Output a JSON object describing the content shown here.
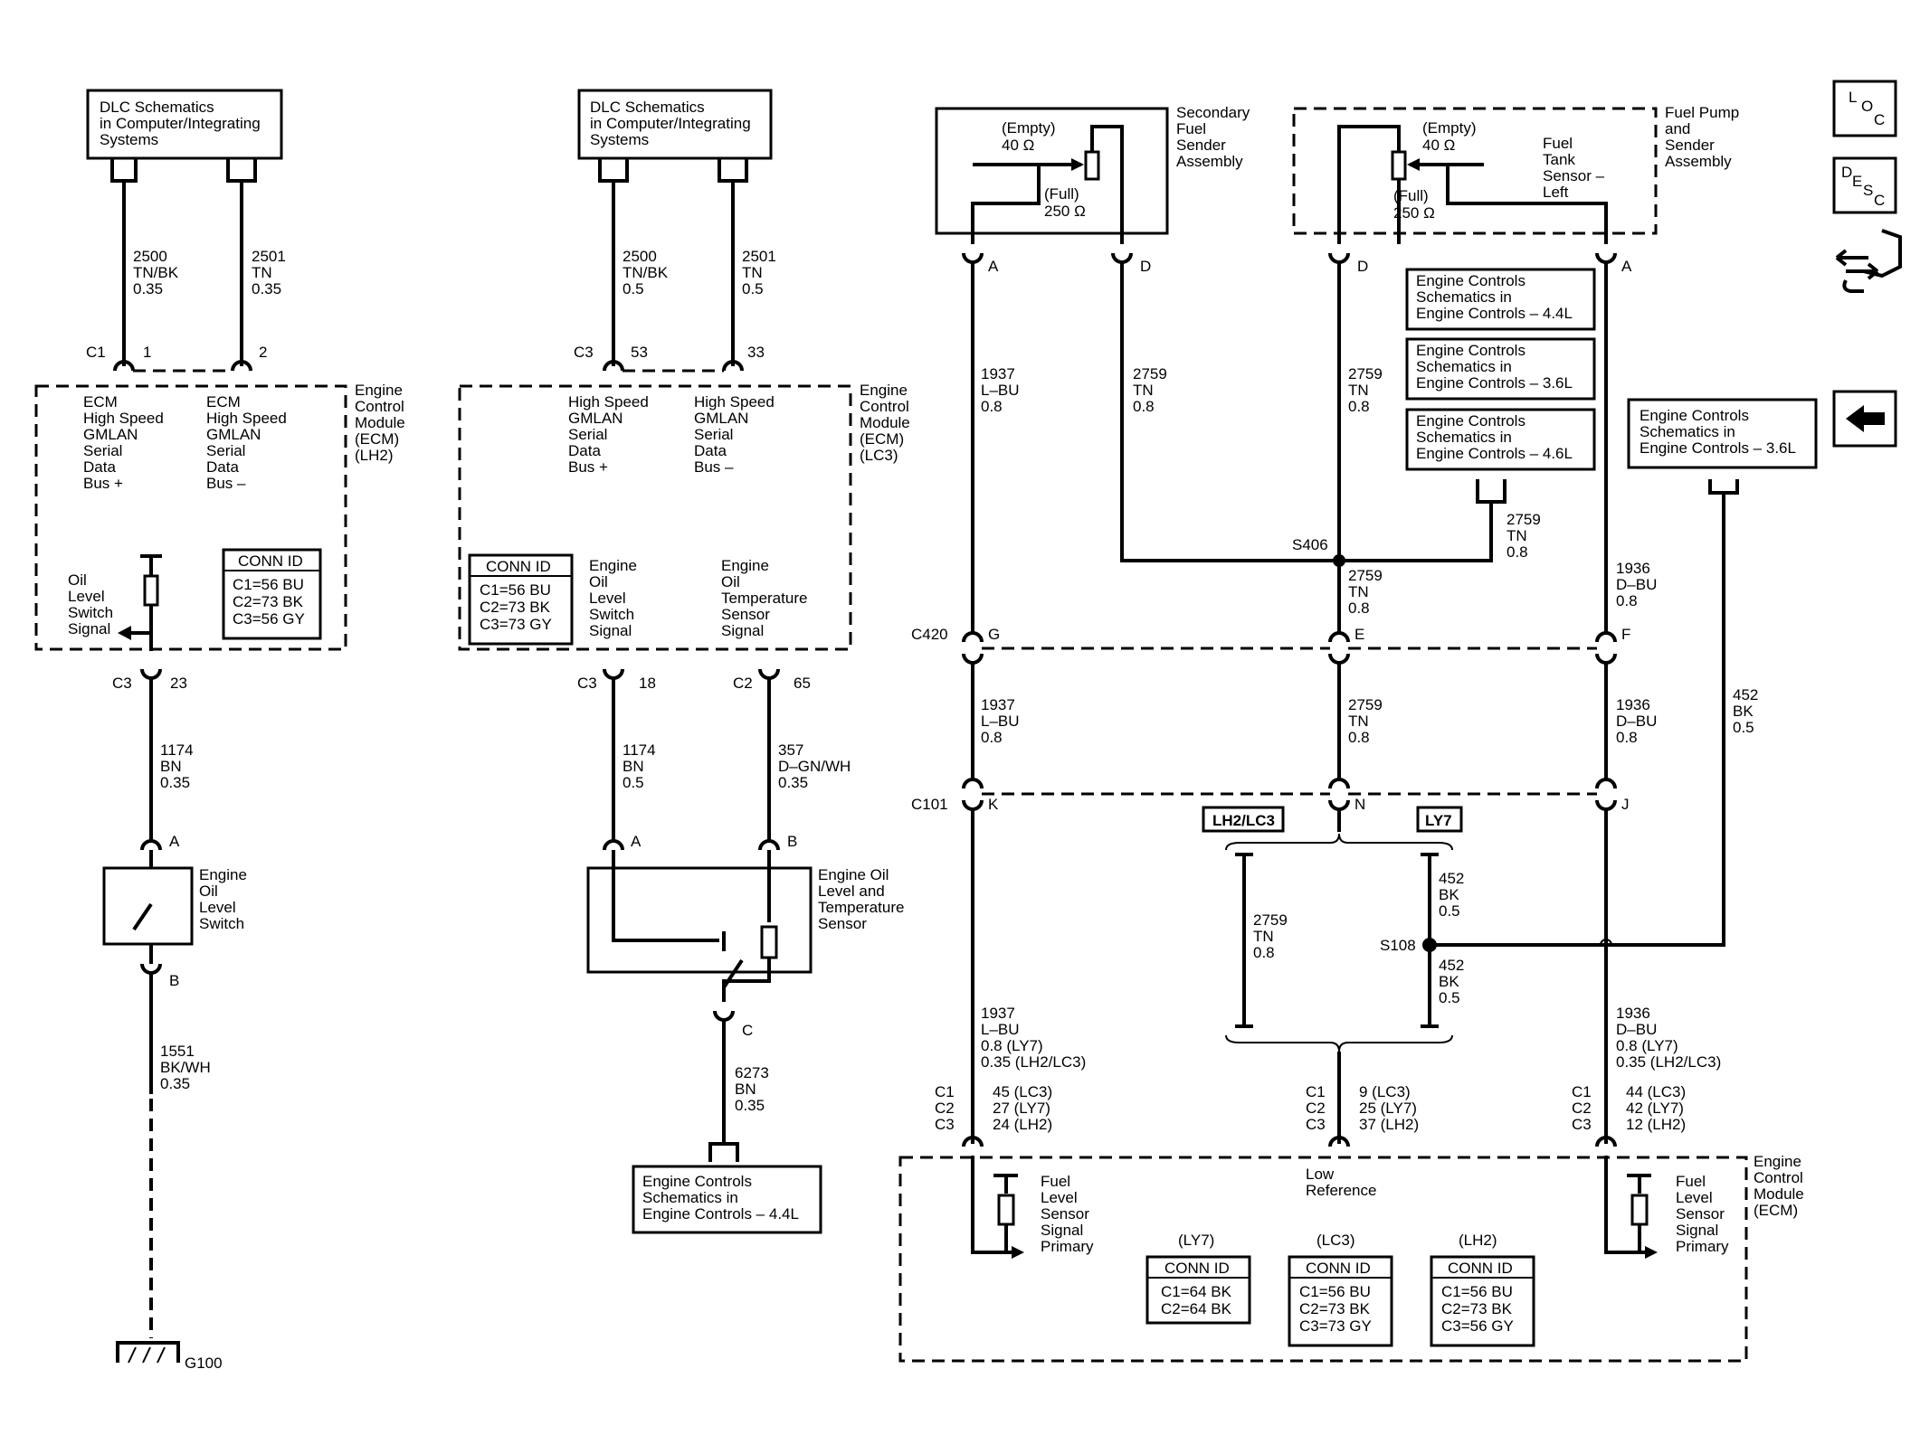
{
  "nav_icons": [
    {
      "label": "LOC",
      "icon": "location-icon"
    },
    {
      "label": "DESC",
      "icon": "description-icon"
    },
    {
      "label": "",
      "icon": "connector-hand-icon"
    },
    {
      "label": "",
      "icon": "back-arrow-icon"
    }
  ],
  "refs": {
    "dlc1": [
      "DLC Schematics",
      "in Computer/Integrating",
      "Systems"
    ],
    "dlc2": [
      "DLC Schematics",
      "in Computer/Integrating",
      "Systems"
    ],
    "ec44_top": [
      "Engine Controls",
      "Schematics in",
      "Engine Controls – 4.4L"
    ],
    "ec36_top": [
      "Engine Controls",
      "Schematics in",
      "Engine Controls – 3.6L"
    ],
    "ec46": [
      "Engine Controls",
      "Schematics in",
      "Engine Controls – 4.6L"
    ],
    "ec36_right": [
      "Engine Controls",
      "Schematics in",
      "Engine Controls – 3.6L"
    ],
    "ec44_bottom": [
      "Engine Controls",
      "Schematics in",
      "Engine Controls – 4.4L"
    ]
  },
  "modules": {
    "ecm_lh2": [
      "Engine",
      "Control",
      "Module",
      "(ECM)",
      "(LH2)"
    ],
    "ecm_lc3": [
      "Engine",
      "Control",
      "Module",
      "(ECM)",
      "(LC3)"
    ],
    "ecm_bottom": [
      "Engine",
      "Control",
      "Module",
      "(ECM)"
    ],
    "sec_fuel": [
      "Secondary",
      "Fuel",
      "Sender",
      "Assembly"
    ],
    "fuel_pump": [
      "Fuel Pump",
      "and",
      "Sender",
      "Assembly"
    ],
    "fuel_tank_sensor": [
      "Fuel",
      "Tank",
      "Sensor –",
      "Left"
    ],
    "oil_switch": [
      "Engine",
      "Oil",
      "Level",
      "Switch"
    ],
    "oil_sensor": [
      "Engine Oil",
      "Level and",
      "Temperature",
      "Sensor"
    ]
  },
  "pins_text": {
    "lh2_hs_plus": [
      "ECM",
      "High Speed",
      "GMLAN",
      "Serial",
      "Data",
      "Bus +"
    ],
    "lh2_hs_minus": [
      "ECM",
      "High Speed",
      "GMLAN",
      "Serial",
      "Data",
      "Bus –"
    ],
    "lc3_hs_plus": [
      "High Speed",
      "GMLAN",
      "Serial",
      "Data",
      "Bus +"
    ],
    "lc3_hs_minus": [
      "High Speed",
      "GMLAN",
      "Serial",
      "Data",
      "Bus –"
    ],
    "lh2_oil_sig": [
      "Oil",
      "Level",
      "Switch",
      "Signal"
    ],
    "lc3_oil_sw": [
      "Engine",
      "Oil",
      "Level",
      "Switch",
      "Signal"
    ],
    "lc3_oil_temp": [
      "Engine",
      "Oil",
      "Temperature",
      "Sensor",
      "Signal"
    ],
    "fuel_primary_l": [
      "Fuel",
      "Level",
      "Sensor",
      "Signal",
      "Primary"
    ],
    "fuel_primary_r": [
      "Fuel",
      "Level",
      "Sensor",
      "Signal",
      "Primary"
    ],
    "low_ref": [
      "Low",
      "Reference"
    ]
  },
  "resistors": {
    "sec_empty": [
      "(Empty)",
      "40 Ω"
    ],
    "sec_full": [
      "(Full)",
      "250 Ω"
    ],
    "pump_empty": [
      "(Empty)",
      "40 Ω"
    ],
    "pump_full": [
      "(Full)",
      "250 Ω"
    ]
  },
  "wires": {
    "w1": [
      "2500",
      "TN/BK",
      "0.35"
    ],
    "w2": [
      "2501",
      "TN",
      "0.35"
    ],
    "w3": [
      "2500",
      "TN/BK",
      "0.5"
    ],
    "w4": [
      "2501",
      "TN",
      "0.5"
    ],
    "w5": [
      "1174",
      "BN",
      "0.35"
    ],
    "w6": [
      "1551",
      "BK/WH",
      "0.35"
    ],
    "w7": [
      "1174",
      "BN",
      "0.5"
    ],
    "w8": [
      "357",
      "D–GN/WH",
      "0.35"
    ],
    "w9": [
      "6273",
      "BN",
      "0.35"
    ],
    "w10": [
      "1937",
      "L–BU",
      "0.8"
    ],
    "w11": [
      "2759",
      "TN",
      "0.8"
    ],
    "w12": [
      "2759",
      "TN",
      "0.8"
    ],
    "w13": [
      "2759",
      "TN",
      "0.8"
    ],
    "w14": [
      "2759",
      "TN",
      "0.8"
    ],
    "w15": [
      "1936",
      "D–BU",
      "0.8"
    ],
    "w16": [
      "1937",
      "L–BU",
      "0.8"
    ],
    "w17": [
      "2759",
      "TN",
      "0.8"
    ],
    "w18": [
      "1936",
      "D–BU",
      "0.8"
    ],
    "w19": [
      "452",
      "BK",
      "0.5"
    ],
    "w20": [
      "2759",
      "TN",
      "0.8"
    ],
    "w21": [
      "452",
      "BK",
      "0.5"
    ],
    "w22": [
      "452",
      "BK",
      "0.5"
    ],
    "w23": [
      "1937",
      "L–BU",
      "0.8 (LY7)",
      "0.35 (LH2/LC3)"
    ],
    "w24": [
      "1936",
      "D–BU",
      "0.8 (LY7)",
      "0.35 (LH2/LC3)"
    ]
  },
  "connectors": {
    "c1_1": "C1",
    "p1": "1",
    "p2": "2",
    "c3_53": "C3",
    "p53": "53",
    "p33": "33",
    "c3_23": "C3",
    "p23": "23",
    "c3_18": "C3",
    "p18": "18",
    "c2_65": "C2",
    "p65": "65",
    "sw_a": "A",
    "sw_b": "B",
    "sn_a": "A",
    "sn_b": "B",
    "sn_c": "C",
    "sec_a": "A",
    "sec_d": "D",
    "pump_d": "D",
    "pump_a": "A",
    "c420": "C420",
    "c420_g": "G",
    "c420_e": "E",
    "c420_f": "F",
    "c101": "C101",
    "c101_k": "K",
    "c101_n": "N",
    "c101_j": "J",
    "s406": "S406",
    "s108": "S108",
    "g100": "G100",
    "opt_lh2lc3": "LH2/LC3",
    "opt_ly7": "LY7"
  },
  "ecm_pins": {
    "left": {
      "c": [
        "C1",
        "C2",
        "C3"
      ],
      "p": [
        "45 (LC3)",
        "27 (LY7)",
        "24 (LH2)"
      ]
    },
    "mid": {
      "c": [
        "C1",
        "C2",
        "C3"
      ],
      "p": [
        "9 (LC3)",
        "25 (LY7)",
        "37 (LH2)"
      ]
    },
    "right": {
      "c": [
        "C1",
        "C2",
        "C3"
      ],
      "p": [
        "44 (LC3)",
        "42 (LY7)",
        "12 (LH2)"
      ]
    }
  },
  "conn_ids": {
    "lh2": {
      "title": "CONN ID",
      "rows": [
        "C1=56 BU",
        "C2=73 BK",
        "C3=56 GY"
      ]
    },
    "lc3": {
      "title": "CONN ID",
      "rows": [
        "C1=56 BU",
        "C2=73 BK",
        "C3=73 GY"
      ]
    },
    "ly7_b": {
      "head": "(LY7)",
      "title": "CONN ID",
      "rows": [
        "C1=64 BK",
        "C2=64 BK"
      ]
    },
    "lc3_b": {
      "head": "(LC3)",
      "title": "CONN ID",
      "rows": [
        "C1=56 BU",
        "C2=73 BK",
        "C3=73 GY"
      ]
    },
    "lh2_b": {
      "head": "(LH2)",
      "title": "CONN ID",
      "rows": [
        "C1=56 BU",
        "C2=73 BK",
        "C3=56 GY"
      ]
    }
  }
}
